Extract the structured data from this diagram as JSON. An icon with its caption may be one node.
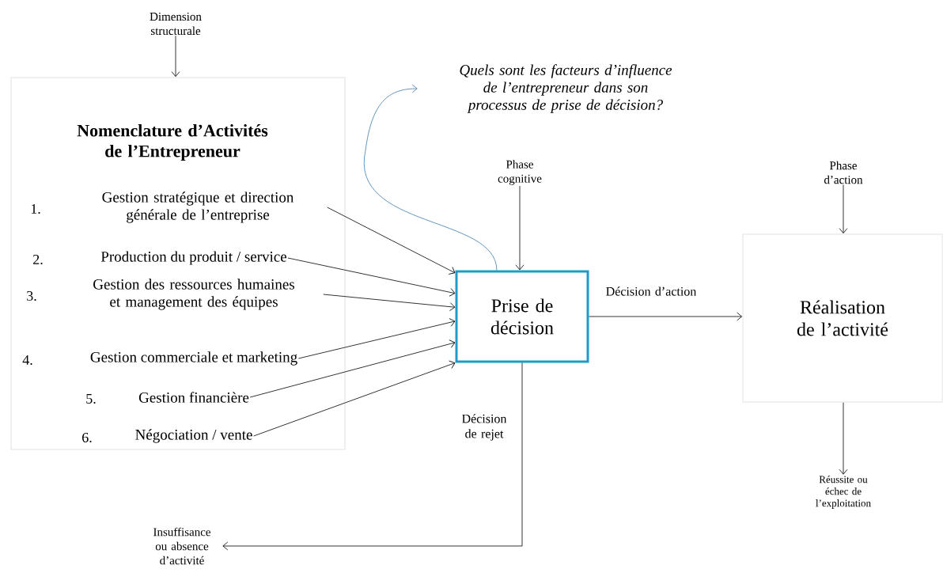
{
  "diagram": {
    "nodes": [
      {
        "text": [
          "Nomenclature d’Activités de l’Entrepreneur"
        ]
      },
      {
        "text": [
          "1.",
          "Gestion stratégique et direction générale de l’entreprise"
        ],
        "in": 0
      },
      {
        "text": [
          "2.",
          "Production du produit / service"
        ],
        "in": 0
      },
      {
        "text": [
          "3.",
          "Gestion des ressources humaines et management des équipes"
        ],
        "in": 0
      },
      {
        "text": [
          "4.",
          "Gestion commerciale et marketing"
        ],
        "in": 0
      },
      {
        "text": [
          "5.",
          "Gestion financière"
        ],
        "in": 0
      },
      {
        "text": [
          "6.",
          "Négociation / vente"
        ],
        "in": 0
      },
      {
        "text": [
          "Prise de décision"
        ]
      },
      {
        "text": [
          "Réalisation de l’activité"
        ]
      },
      {
        "text": [
          "Dimension structurale"
        ]
      },
      {
        "text": [
          "Phase cognitive"
        ]
      },
      {
        "text": [
          "Phase d’action"
        ]
      },
      {
        "text": [
          "Quels sont les facteurs d’influence de l’entrepreneur dans son processus de prise de décision?"
        ]
      },
      {
        "text": [
          "Réussite ou échec de l’exploitation"
        ]
      },
      {
        "text": [
          "Insuffisance ou absence d’activité"
        ]
      }
    ],
    "edges": [
      {
        "from": 9,
        "to": 0,
        "arrow": "to"
      },
      {
        "from": 1,
        "to": 7,
        "arrow": "to"
      },
      {
        "from": 2,
        "to": 7,
        "arrow": "to"
      },
      {
        "from": 3,
        "to": 7,
        "arrow": "to"
      },
      {
        "from": 4,
        "to": 7,
        "arrow": "to"
      },
      {
        "from": 5,
        "to": 7,
        "arrow": "to"
      },
      {
        "from": 6,
        "to": 7,
        "arrow": "to"
      },
      {
        "from": 10,
        "to": 7,
        "arrow": "to"
      },
      {
        "from": 7,
        "to": 8,
        "arrow": "to",
        "label": "Décision d’action"
      },
      {
        "from": 11,
        "to": 8,
        "arrow": "to"
      },
      {
        "from": 8,
        "to": 13,
        "arrow": "to"
      },
      {
        "from": 7,
        "to": 14,
        "arrow": "to",
        "label": "Décision de rejet"
      },
      {
        "from": 7,
        "to": 12,
        "arrow": "to",
        "color": "#3b7bb0"
      }
    ]
  }
}
